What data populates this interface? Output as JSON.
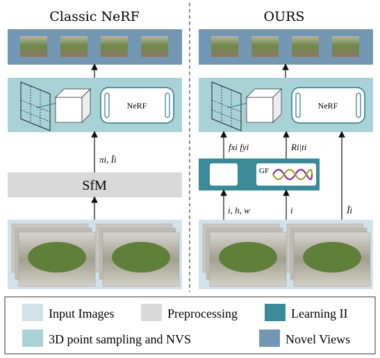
{
  "left": {
    "title": "Classic NeRF",
    "nerf_label": "NeRF",
    "sfm_label": "SfM",
    "arrow_label": "πi, Îi"
  },
  "right": {
    "title": "OURS",
    "nerf_label": "NeRF",
    "gf_label": "GF",
    "focal_label": "fxi fyi",
    "pose_label": "Ri|ti",
    "input_label_a": "i, h, w",
    "input_label_b": "i",
    "input_label_c": "Îi"
  },
  "legend": {
    "items": [
      {
        "label": "Input Images",
        "color": "#d3e2ea"
      },
      {
        "label": "Preprocessing",
        "color": "#d9d9d9"
      },
      {
        "label": "Learning II",
        "color": "#3a8a97"
      },
      {
        "label": "3D point sampling and NVS",
        "color": "#a9d2d6"
      },
      {
        "label": "Novel Views",
        "color": "#7397b3"
      }
    ]
  },
  "colors": {
    "input_band": "#d3e2ea",
    "preprocessing": "#d9d9d9",
    "learning": "#3a8a97",
    "sampling": "#a9d2d6",
    "novel_views": "#7397b3",
    "gf_wave_a": "#8a2a83",
    "gf_wave_b": "#9aa12a"
  }
}
